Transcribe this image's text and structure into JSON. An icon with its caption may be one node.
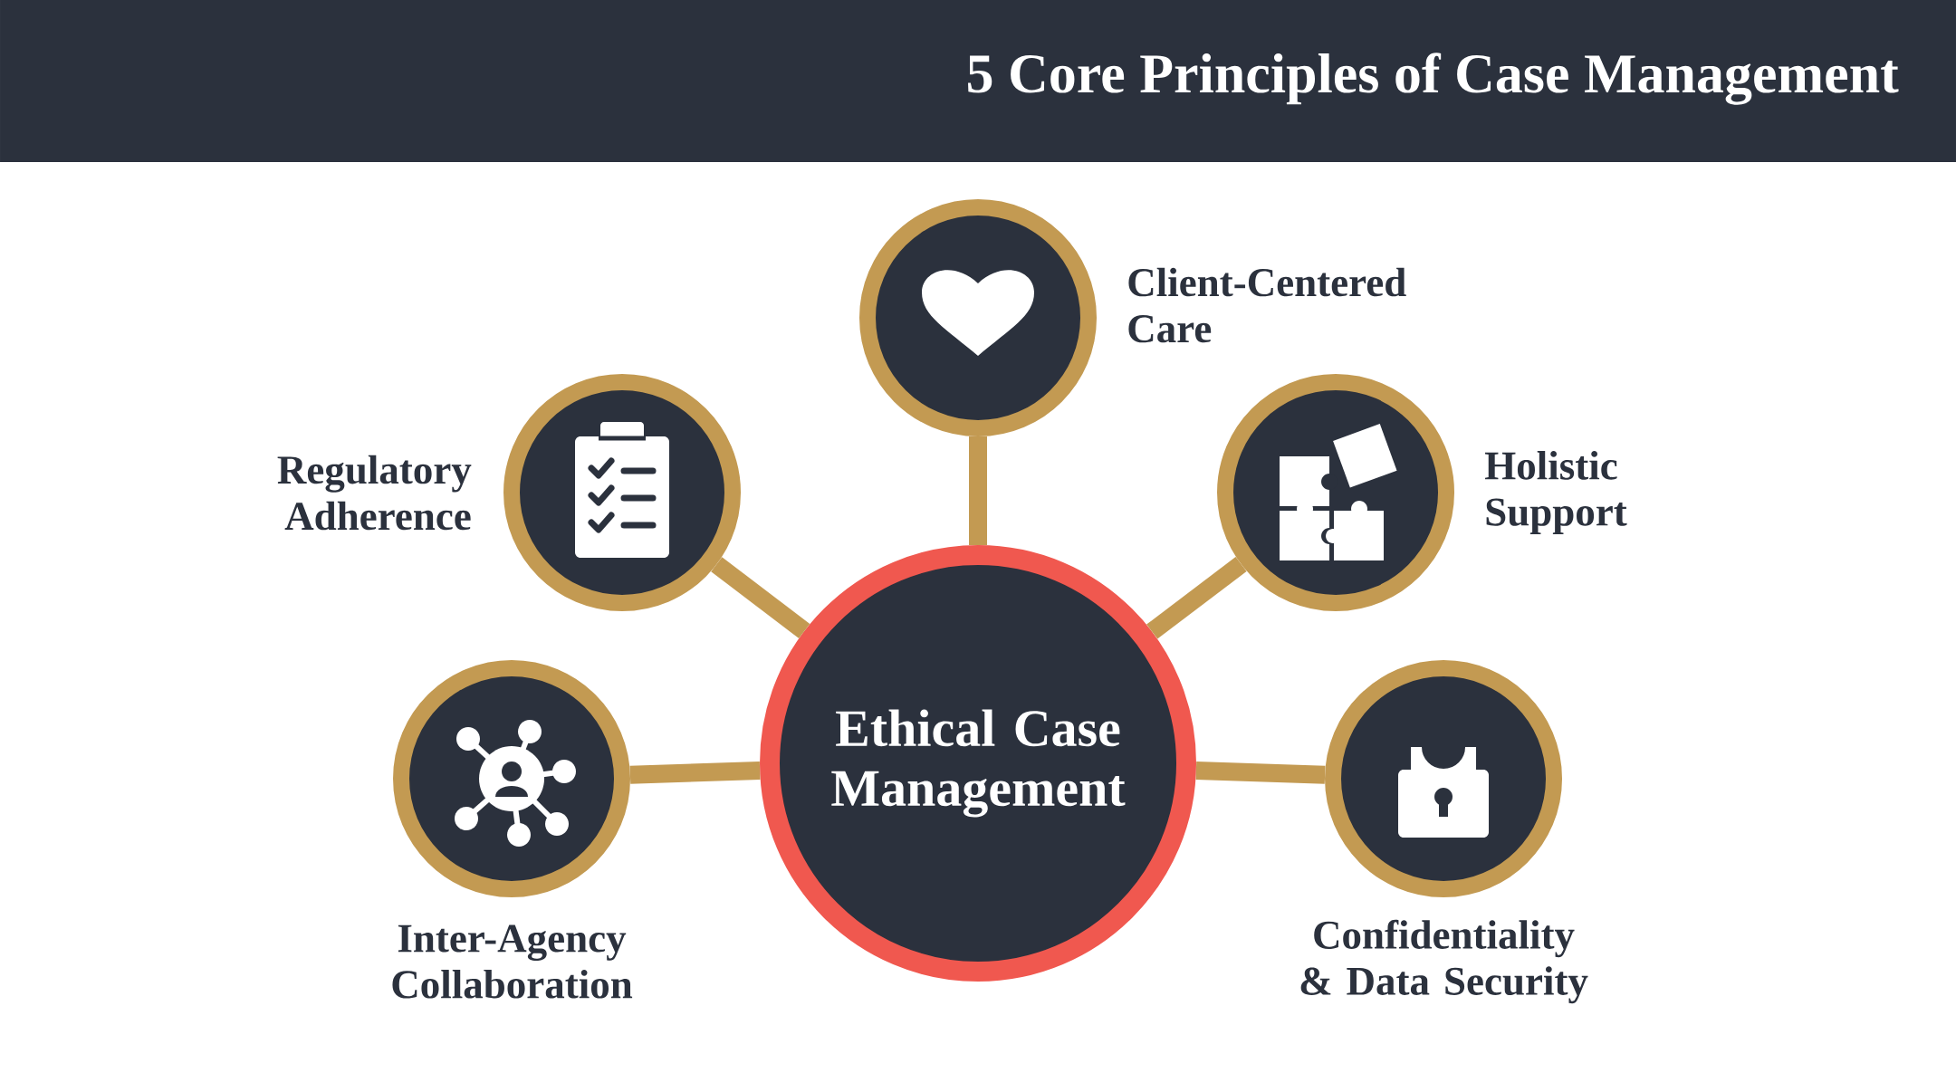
{
  "diagram": {
    "title": "5 Core Principles of Case Management",
    "nodes": [
      {
        "text": [
          "Client-Centered Care"
        ]
      },
      {
        "text": [
          "Regulatory Adherence"
        ]
      },
      {
        "text": [
          "Holistic Support"
        ]
      },
      {
        "text": [
          "Ethical Case Management"
        ]
      },
      {
        "text": [
          "Inter-Agency Collaboration"
        ]
      },
      {
        "text": [
          "Confidentiality & Data Security"
        ]
      }
    ],
    "edges": [
      {
        "from": 3,
        "to": 0,
        "arrow": "none"
      },
      {
        "from": 3,
        "to": 1,
        "arrow": "none"
      },
      {
        "from": 3,
        "to": 2,
        "arrow": "none"
      },
      {
        "from": 3,
        "to": 4,
        "arrow": "none"
      },
      {
        "from": 3,
        "to": 5,
        "arrow": "none"
      }
    ]
  }
}
